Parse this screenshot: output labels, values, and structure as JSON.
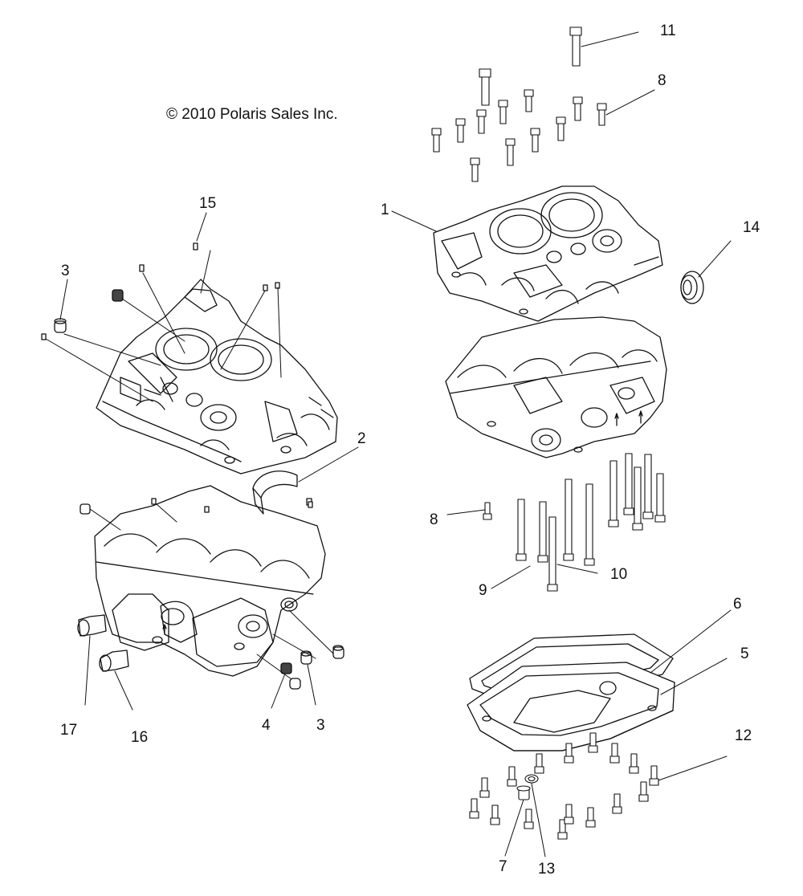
{
  "copyright": "© 2010 Polaris Sales Inc.",
  "callouts": {
    "c1": "1",
    "c2": "2",
    "c3a": "3",
    "c3b": "3",
    "c4": "4",
    "c5": "5",
    "c6": "6",
    "c7": "7",
    "c8a": "8",
    "c8b": "8",
    "c9": "9",
    "c10": "10",
    "c11": "11",
    "c12": "12",
    "c13": "13",
    "c14": "14",
    "c15": "15",
    "c16": "16",
    "c17": "17"
  }
}
